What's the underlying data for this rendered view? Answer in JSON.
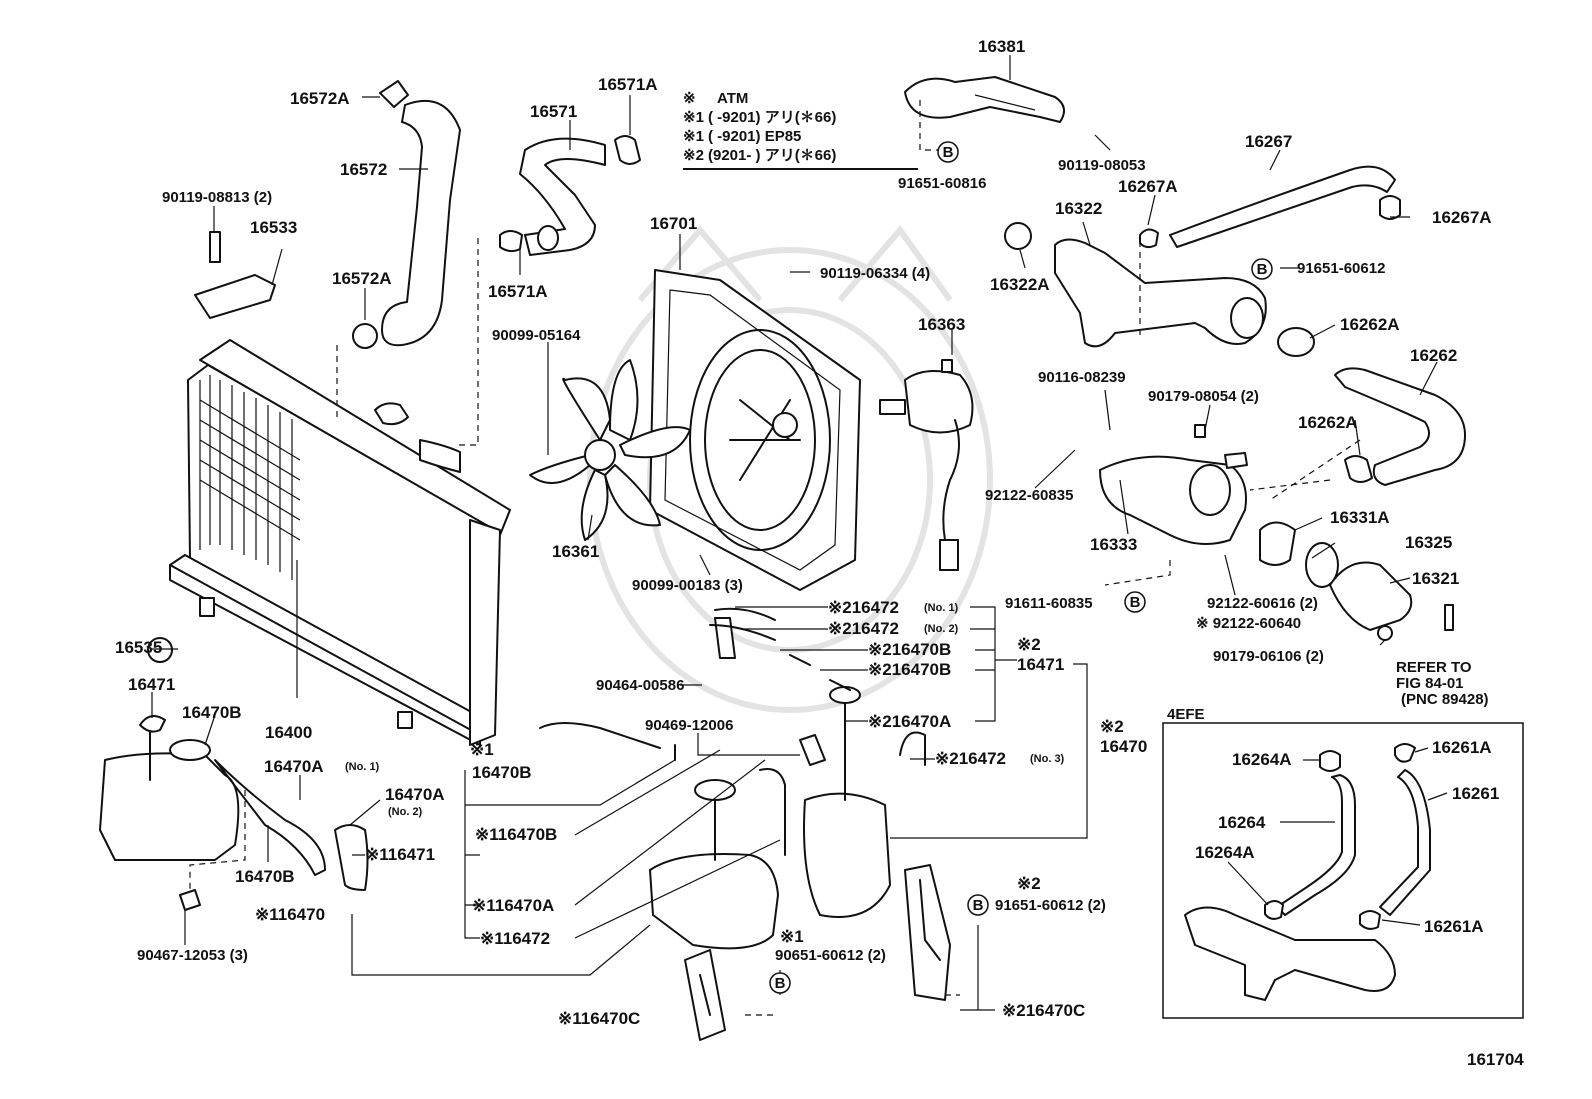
{
  "diagram": {
    "figure_number": "161704",
    "variant_box_label": "4EFE",
    "note": {
      "line1_mark": "※",
      "line1_text": "ATM",
      "line2_mark": "※1",
      "line2_text": "(          -9201) アリ(✽66)",
      "line3_mark": "※1",
      "line3_text": "(          -9201) EP85",
      "line4_mark": "※2",
      "line4_text": "(9201-          ) アリ(✽66)"
    },
    "refer": [
      "REFER TO",
      "FIG 84-01",
      "(PNC 89428)"
    ],
    "circle_mark": "B",
    "labels": {
      "p16381": "16381",
      "p16571A_top": "16571A",
      "p16571": "16571",
      "p16572A_top": "16572A",
      "p16572": "16572",
      "p90119_08813": "90119-08813 (2)",
      "p16533": "16533",
      "p16572A_mid": "16572A",
      "p16571A_mid": "16571A",
      "p16701": "16701",
      "p90119_06334": "90119-06334 (4)",
      "p90119_08053": "90119-08053",
      "p91651_60816": "91651-60816",
      "p16267": "16267",
      "p16267A_a": "16267A",
      "p16267A_b": "16267A",
      "p16322": "16322",
      "p16322A": "16322A",
      "p91651_60612": "91651-60612",
      "p16262A_a": "16262A",
      "p16262": "16262",
      "p16363": "16363",
      "p90099_05164": "90099-05164",
      "p16361": "16361",
      "p90099_00183": "90099-00183 (3)",
      "p90116_08239": "90116-08239",
      "p90179_08054": "90179-08054 (2)",
      "p16262A_b": "16262A",
      "p92122_60835": "92122-60835",
      "p16333": "16333",
      "p16331A": "16331A",
      "p16325": "16325",
      "p16321": "16321",
      "p91611_60835": "91611-60835",
      "p92122_60616": "92122-60616 (2)",
      "p92122_60640": "※ 92122-60640",
      "p90179_06106": "90179-06106 (2)",
      "p16535": "16535",
      "p16471_left": "16471",
      "p16470B_left": "16470B",
      "p16400": "16400",
      "p16470A_no1": "16470A",
      "no1": "(No. 1)",
      "p16470A_no2": "16470A",
      "no2": "(No. 2)",
      "p16470B_lower": "16470B",
      "p90467": "90467-12053 (3)",
      "p2_16472_no1": "※216472",
      "no1b": "(No. 1)",
      "p2_16472_no2": "※216472",
      "no2b": "(No. 2)",
      "p2_16470B_a": "※216470B",
      "p2_16470B_b": "※216470B",
      "p2_mark_16471": "※2",
      "p16471_right": "16471",
      "p2_16470A": "※216470A",
      "p2_16472_no3": "※216472",
      "no3": "(No. 3)",
      "p2_mark_16470": "※2",
      "p16470_right": "16470",
      "p90464": "90464-00586",
      "p90469": "90469-12006",
      "p1_mark": "※1",
      "p16470B_mid": "16470B",
      "p1_16470B": "※116470B",
      "p1_16471": "※116471",
      "p1_16470": "※116470",
      "p1_16470A": "※116470A",
      "p1_16472": "※116472",
      "p1_mark_b": "※1",
      "p90651": "90651-60612 (2)",
      "p1_16470C": "※116470C",
      "p2_mark_b": "※2",
      "p91651_60612_2": "91651-60612 (2)",
      "p2_16470C": "※216470C",
      "p16264A_a": "16264A",
      "p16261A_a": "16261A",
      "p16261": "16261",
      "p16264": "16264",
      "p16264A_b": "16264A",
      "p16261A_b": "16261A"
    }
  }
}
